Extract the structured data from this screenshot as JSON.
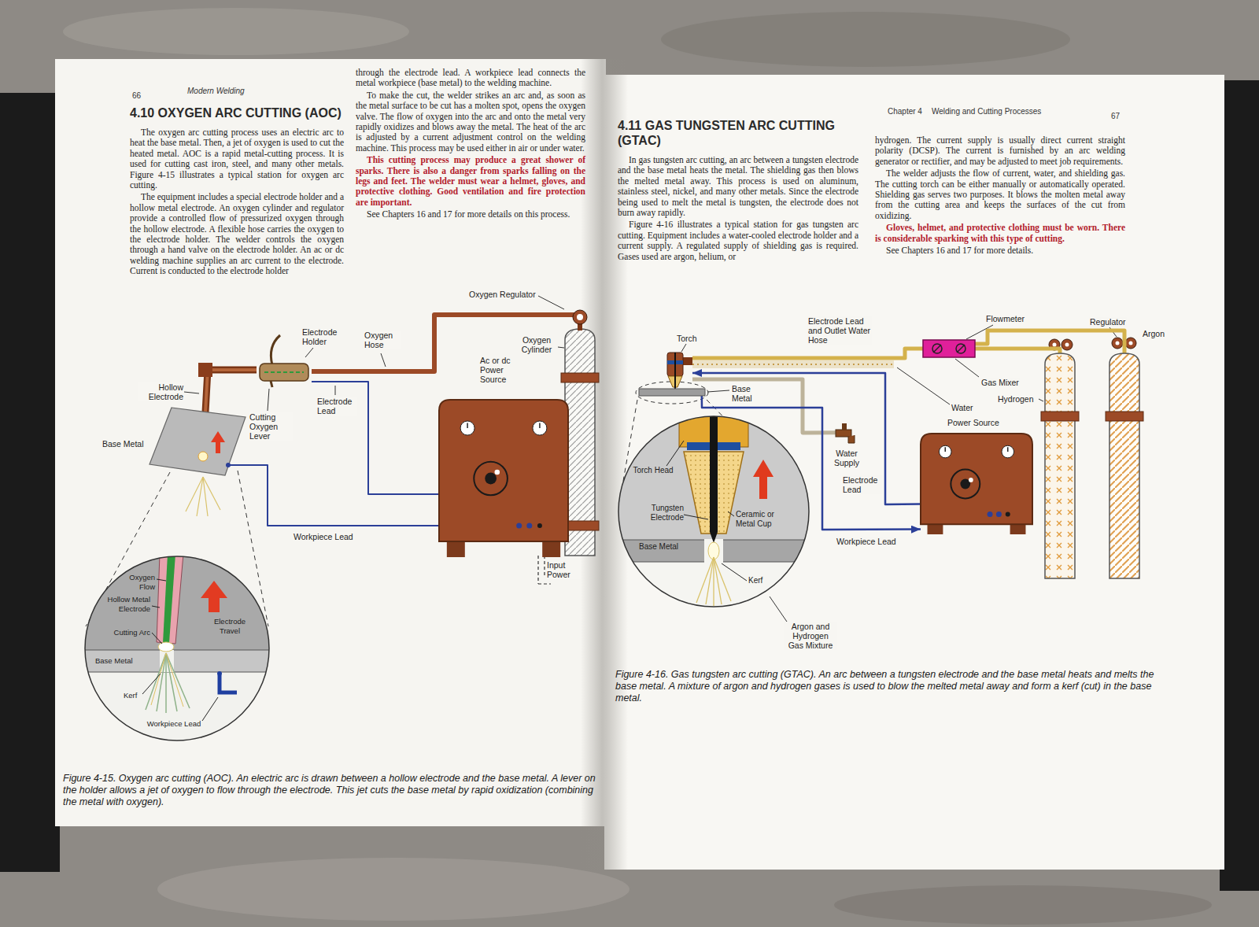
{
  "diagram": {
    "title": "4.10 OXYGEN ARC CUTTING (AOC)",
    "caption": "Figure 4-15. Oxygen arc cutting (AOC). An electric arc is drawn between a hollow electrode and the base metal. A lever on the holder allows a jet of oxygen to flow through the electrode. This jet cuts the base metal by rapid oxidization (combining the metal with oxygen).",
    "nodes": [
      {
        "text": [
          "Oxygen Cylinder"
        ]
      },
      {
        "text": [
          "Electrode Holder"
        ]
      },
      {
        "text": [
          "Ac or dc Power Source"
        ]
      },
      {
        "text": [
          "Base Metal"
        ]
      },
      {
        "text": [
          "Oxygen Flow",
          "Hollow Metal Electrode",
          "Cutting Arc",
          "Electrode Travel",
          "Base Metal",
          "Kerf",
          "Workpiece Lead"
        ]
      },
      {
        "text": [
          "Torch"
        ]
      },
      {
        "text": [
          "Base Metal"
        ]
      },
      {
        "text": [
          "Flowmeter"
        ]
      },
      {
        "text": [
          "Water Supply"
        ]
      },
      {
        "text": [
          "Hydrogen"
        ]
      },
      {
        "text": [
          "Argon"
        ]
      },
      {
        "text": [
          "Power Source"
        ]
      },
      {
        "text": [
          "Torch Head",
          "Tungsten Electrode",
          "Ceramic or Metal Cup",
          "Base Metal",
          "Kerf"
        ]
      }
    ],
    "edges": [
      {
        "from": 0,
        "to": 1,
        "label": "Oxygen Hose",
        "arrow": "none"
      },
      {
        "from": 2,
        "to": 1,
        "label": "Electrode Lead",
        "arrow": "none"
      },
      {
        "from": 2,
        "to": 3,
        "label": "Workpiece Lead",
        "arrow": "none"
      },
      {
        "from": 7,
        "to": 5,
        "arrow": "none"
      },
      {
        "from": 9,
        "to": 7,
        "arrow": "none"
      },
      {
        "from": 10,
        "to": 7,
        "arrow": "none"
      },
      {
        "from": 11,
        "to": 5,
        "label": "Electrode Lead",
        "arrow": "to"
      },
      {
        "from": 8,
        "to": 5,
        "arrow": "none"
      },
      {
        "from": 6,
        "to": 11,
        "label": "Workpiece Lead",
        "arrow": "to"
      }
    ],
    "labels": [
      "Modern Welding",
      "66",
      "The oxygen arc cutting process uses an electric arc to heat the base metal. Then, a jet of oxygen is used to cut the heated metal. AOC is a rapid metal-cutting process. It is used for cutting cast iron, steel, and many other metals. Figure 4-15 illustrates a typical station for oxygen arc cutting.",
      "The equipment includes a special electrode holder and a hollow metal electrode. An oxygen cylinder and regulator provide a controlled flow of pressurized oxygen through the hollow electrode. A flexible hose carries the oxygen to the electrode holder. The welder controls the oxygen through a hand valve on the electrode holder. An ac or dc welding machine supplies an arc current to the electrode. Current is conducted to the electrode holder",
      "through the electrode lead. A workpiece lead connects the metal workpiece (base metal) to the welding machine.",
      "To make the cut, the welder strikes an arc and, as soon as the metal surface to be cut has a molten spot, opens the oxygen valve. The flow of oxygen into the arc and onto the metal very rapidly oxidizes and blows away the metal. The heat of the arc is adjusted by a current adjustment control on the welding machine. This process may be used either in air or under water.",
      "This cutting process may produce a great shower of sparks. There is also a danger from sparks falling on the legs and feet. The welder must wear a helmet, gloves, and protective clothing. Good ventilation and fire protection are important.",
      "See Chapters 16 and 17 for more details on this process.",
      "Oxygen Regulator",
      "Hollow Electrode",
      "Cutting Oxygen Lever",
      "Input Power",
      "Chapter 4",
      "Welding and Cutting Processes",
      "67",
      "4.11 GAS TUNGSTEN ARC CUTTING (GTAC)",
      "In gas tungsten arc cutting, an arc between a tungsten electrode and the base metal heats the metal. The shielding gas then blows the melted metal away. This process is used on aluminum, stainless steel, nickel, and many other metals. Since the electrode being used to melt the metal is tungsten, the electrode does not burn away rapidly.",
      "Figure 4-16 illustrates a typical station for gas tungsten arc cutting. Equipment includes a water-cooled electrode holder and a current supply. A regulated supply of shielding gas is required. Gases used are argon, helium, or",
      "hydrogen. The current supply is usually direct current straight polarity (DCSP). The current is furnished by an arc welding generator or rectifier, and may be adjusted to meet job requirements.",
      "The welder adjusts the flow of current, water, and shielding gas. The cutting torch can be either manually or automatically operated. Shielding gas serves two purposes. It blows the molten metal away from the cutting area and keeps the surfaces of the cut from oxidizing.",
      "Gloves, helmet, and protective clothing must be worn. There is considerable sparking with this type of cutting.",
      "See Chapters 16 and 17 for more details.",
      "Regulator",
      "Gas Mixer",
      "Water",
      "Electrode Lead and Outlet Water Hose",
      "Argon and Hydrogen Gas Mixture",
      "Figure 4-16. Gas tungsten arc cutting (GTAC). An arc between a tungsten electrode and the base metal heats and melts the base metal. A mixture of argon and hydrogen gases is used to blow the melted metal away and form a kerf (cut) in the base metal."
    ]
  }
}
